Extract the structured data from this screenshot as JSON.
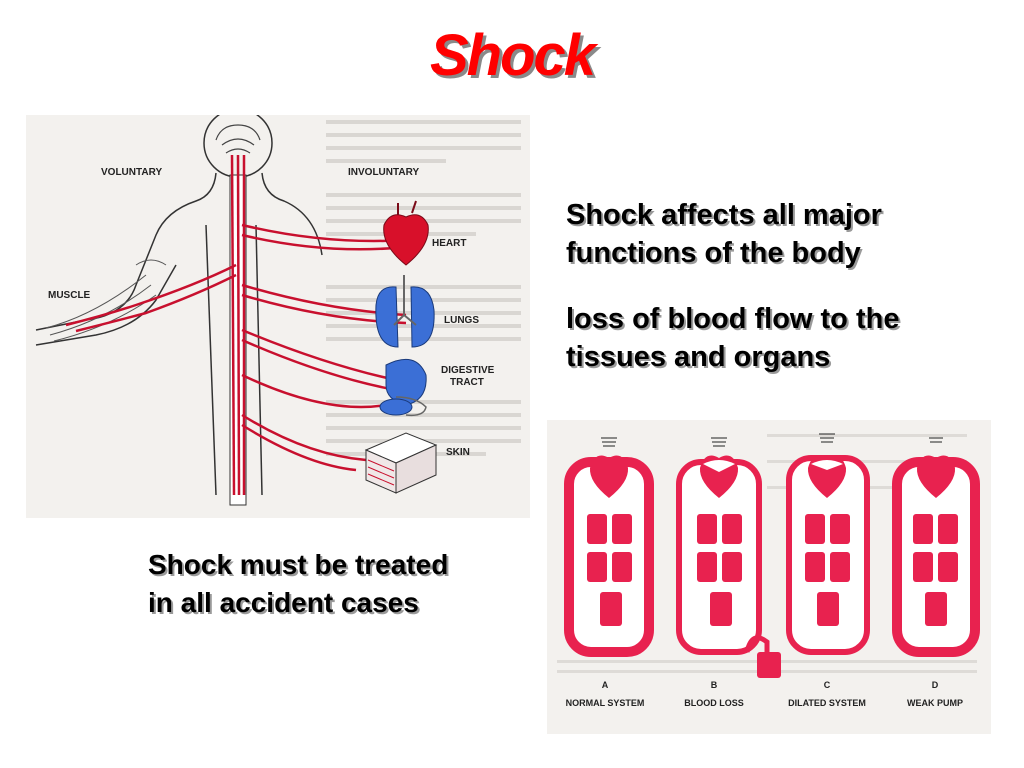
{
  "title": {
    "text": "Shock",
    "color": "#ff0000"
  },
  "bullets": {
    "first": "Shock affects all major functions of the body",
    "second": "loss of blood flow to the tissues and organs"
  },
  "callout": "Shock must be treated in all accident cases",
  "nervous_diagram": {
    "labels": {
      "voluntary": "VOLUNTARY",
      "involuntary": "INVOLUNTARY",
      "muscle": "MUSCLE",
      "heart": "HEART",
      "lungs": "LUNGS",
      "digestive_line1": "DIGESTIVE",
      "digestive_line2": "TRACT",
      "skin": "SKIN"
    },
    "colors": {
      "vessel": "#c8102e",
      "organ_blue": "#3b6fd6",
      "heart": "#d8102a"
    }
  },
  "circulation_diagram": {
    "color": "#e8224f",
    "panels": [
      {
        "letter": "A",
        "label": "NORMAL SYSTEM"
      },
      {
        "letter": "B",
        "label": "BLOOD LOSS"
      },
      {
        "letter": "C",
        "label": "DILATED SYSTEM"
      },
      {
        "letter": "D",
        "label": "WEAK PUMP"
      }
    ]
  }
}
